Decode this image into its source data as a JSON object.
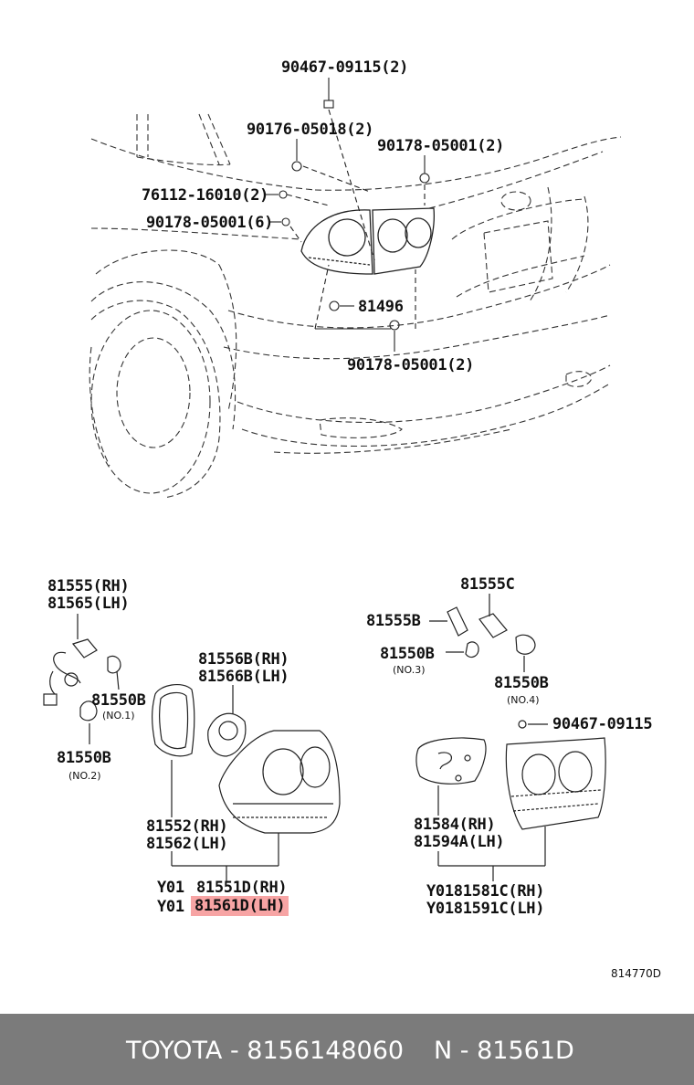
{
  "labels": {
    "p9046709115_2": "90467-09115(2)",
    "p9017605018_2": "90176-05018(2)",
    "p9017805001_2a": "90178-05001(2)",
    "p7611216010_2": "76112-16010(2)",
    "p9017805001_6": "90178-05001(6)",
    "p81496": "81496",
    "p9017805001_2b": "90178-05001(2)",
    "p81555rh": "81555(RH)",
    "p81565lh": "81565(LH)",
    "p81550b_1": "81550B",
    "no1": "(NO.1)",
    "p81550b_2": "81550B",
    "no2": "(NO.2)",
    "p81556brh": "81556B(RH)",
    "p81566blh": "81566B(LH)",
    "p81552rh": "81552(RH)",
    "p81562lh": "81562(LH)",
    "y01_a": "Y01",
    "p81551drh": "81551D(RH)",
    "y01_b": "Y01",
    "p81561dlh": "81561D(LH)",
    "p81555c": "81555C",
    "p81555b": "81555B",
    "p81550b_3": "81550B",
    "no3": "(NO.3)",
    "p81550b_4": "81550B",
    "no4": "(NO.4)",
    "p9046709115": "90467-09115",
    "p81584rh": "81584(RH)",
    "p81594alh": "81594A(LH)",
    "p81581crh": "Y0181581C(RH)",
    "p81591clh": "Y0181591C(LH)",
    "drawing_code": "814770D"
  },
  "highlight_color": "#f05a5a",
  "footer": {
    "left": "TOYOTA - 8156148060",
    "right": "N - 81561D",
    "background": "#7b7b7b"
  }
}
